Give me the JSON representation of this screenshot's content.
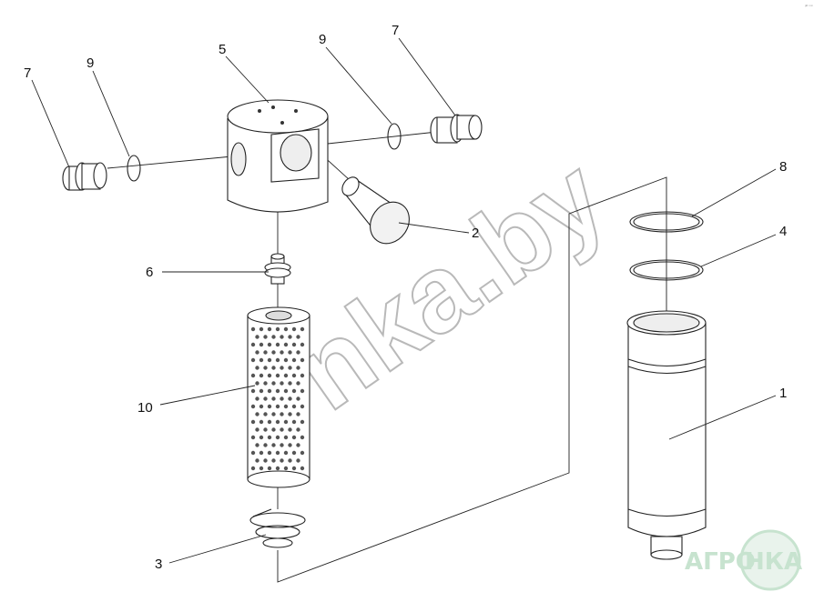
{
  "callouts": {
    "c7_left": "7",
    "c9_left": "9",
    "c5": "5",
    "c9_right": "9",
    "c7_right": "7",
    "c8": "8",
    "c4": "4",
    "c2": "2",
    "c6": "6",
    "c10": "10",
    "c1": "1",
    "c3": "3"
  },
  "watermark": {
    "text": "nka.by"
  },
  "logo": {
    "left": "АГРО",
    "right": "НКА"
  },
  "corner_mark": "ᵍᴿ ᵐᵐ",
  "colors": {
    "line": "#222222",
    "logo": "#c7e3cf",
    "watermark": "#b9b9b9"
  }
}
